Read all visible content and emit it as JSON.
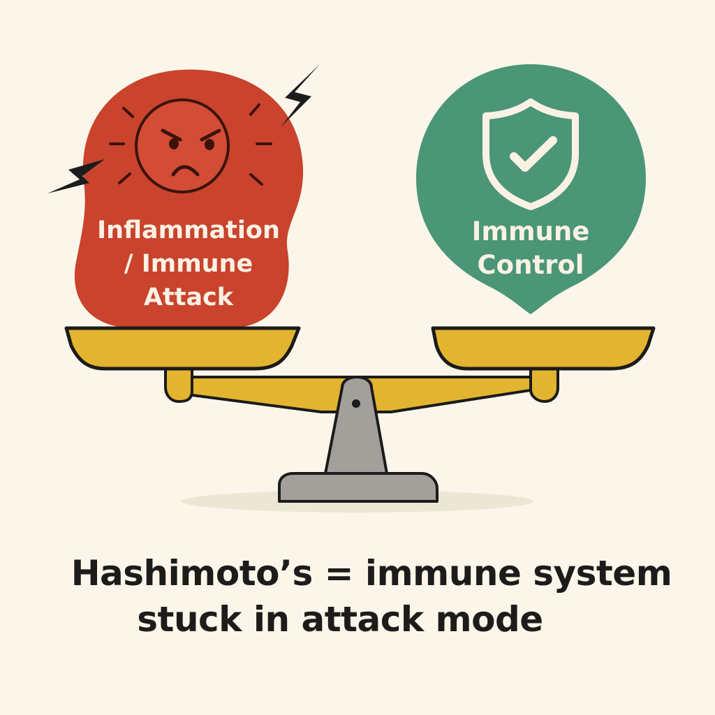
{
  "left_pan": {
    "label_lines": [
      "Inflammation",
      "/ Immune",
      "Attack"
    ],
    "icon": "angry-face-icon",
    "decorations": [
      "lightning-bolt-icon",
      "lightning-bolt-icon"
    ],
    "color": "#c9432d"
  },
  "right_pan": {
    "label_lines": [
      "Immune",
      "Control"
    ],
    "icon": "shield-check-icon",
    "color": "#4a9677"
  },
  "scale": {
    "pan_color": "#e2b42f",
    "post_color": "#a3a09b",
    "outline_color": "#1b1b1b"
  },
  "caption": {
    "line1": "Hashimoto’s = immune system",
    "line2": "stuck in attack mode"
  },
  "background": "#fcf6ea"
}
